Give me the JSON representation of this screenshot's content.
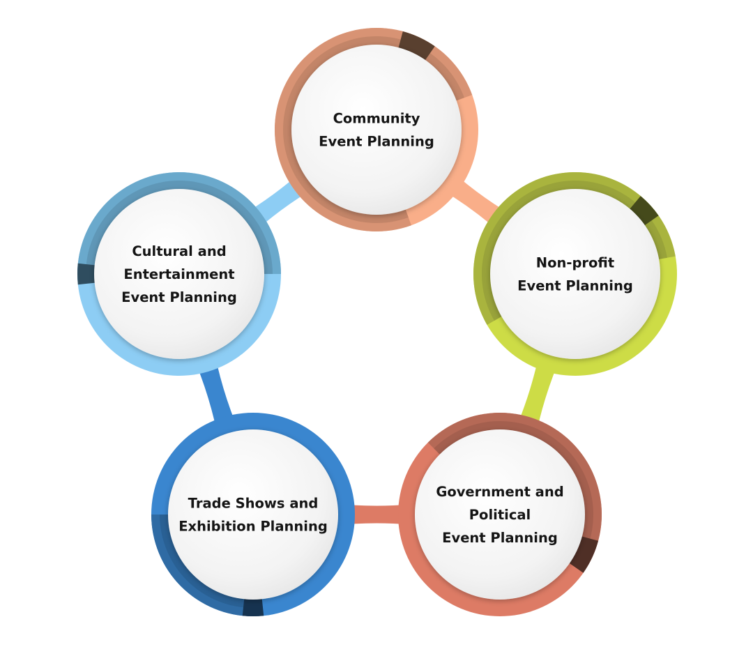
{
  "nodes": [
    {
      "id": "community",
      "lines": [
        "Community",
        "Event Planning"
      ],
      "colors": {
        "ring": "#f9ae89",
        "shade": "#d89374",
        "band": "#b37a5f",
        "dark": "#59402f"
      }
    },
    {
      "id": "nonprofit",
      "lines": [
        "Non-profit",
        "Event Planning"
      ],
      "colors": {
        "ring": "#cddc46",
        "shade": "#a9b43e",
        "band": "#8c9636",
        "dark": "#454a1b"
      }
    },
    {
      "id": "government",
      "lines": [
        "Government and",
        "Political",
        "Event Planning"
      ],
      "colors": {
        "ring": "#dd7b65",
        "shade": "#b56956",
        "band": "#955848",
        "dark": "#4f2f26"
      }
    },
    {
      "id": "trade-shows",
      "lines": [
        "Trade Shows and",
        "Exhibition Planning"
      ],
      "colors": {
        "ring": "#3a86cf",
        "shade": "#2f6ba4",
        "band": "#255786",
        "dark": "#163350"
      }
    },
    {
      "id": "cultural",
      "lines": [
        "Cultural and",
        "Entertainment",
        "Event Planning"
      ],
      "colors": {
        "ring": "#8dcdf4",
        "shade": "#6aa9cc",
        "band": "#5688a6",
        "dark": "#2f4d5f"
      }
    }
  ]
}
